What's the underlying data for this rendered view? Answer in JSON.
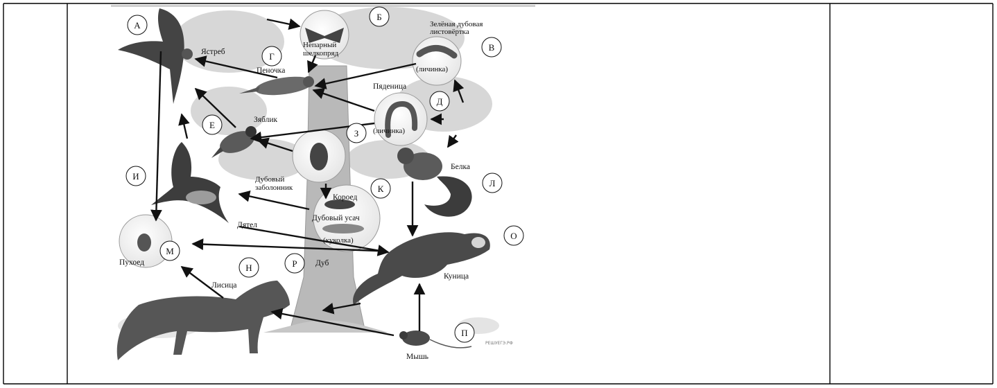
{
  "diagram": {
    "organisms": {
      "hawk": "Ястреб",
      "gypsy_moth": "Непарный шелкопряд",
      "leaf_roller": "Зелёная дубовая листовёртка",
      "warbler": "Пеночка",
      "inchworm": "Пяденица",
      "chaffinch": "Зяблик",
      "oak_sapwood_beetle": "Дубовый заболонник",
      "bark_beetle": "Короед",
      "longhorn_beetle": "Дубовый усач",
      "woodpecker": "Дятел",
      "squirrel": "Белка",
      "marten": "Куница",
      "oak": "Дуб",
      "fox": "Лисица",
      "feather_mite": "Пухоед",
      "mouse": "Мышь"
    },
    "stage_larva": "(личинка)",
    "stage_pupa": "(куколка)",
    "letters": {
      "A": "А",
      "B": "Б",
      "V": "В",
      "G": "Г",
      "D": "Д",
      "E": "Е",
      "Z": "З",
      "I": "И",
      "K": "К",
      "L": "Л",
      "M": "М",
      "N": "Н",
      "O": "О",
      "P": "П",
      "R": "Р"
    },
    "watermark": "РЕШУЕГЭ.РФ"
  }
}
